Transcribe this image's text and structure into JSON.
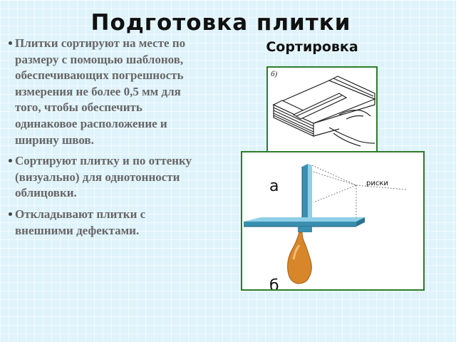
{
  "slide": {
    "title": "Подготовка плитки",
    "subtitle": "Сортировка",
    "bullets": [
      "Плитки сортируют на месте по размеру с помощью шаблонов, обеспечивающих погрешность измерения не более 0,5 мм для того, чтобы обеспечить одинаковое расположение и ширину швов.",
      "Сортируют плитку и по оттенку (визуально) для однотонности облицовки.",
      "Откладывают плитки с внешними дефектами."
    ]
  },
  "figure_top": {
    "label": "б)"
  },
  "figure_bottom": {
    "label_a": "а",
    "label_b": "б",
    "label_riski": "риски"
  },
  "colors": {
    "frame": "#2b7d2b",
    "handle": "#d7862a",
    "tool": "#3a8fb0"
  }
}
